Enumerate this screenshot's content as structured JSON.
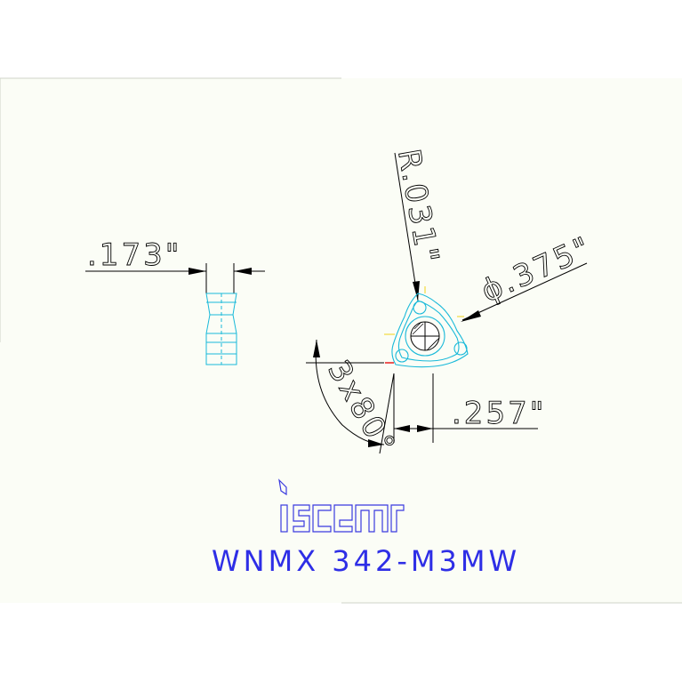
{
  "drawing": {
    "dims": {
      "thickness": ".173\"",
      "radius": "R.031\"",
      "hole": "ϕ.375\"",
      "angle": "3x80°",
      "offset": ".257\""
    },
    "logo_text": "iscar",
    "model": "WNMX 342-M3MW",
    "colors": {
      "background": "#fbfdf6",
      "insert": "#19b9d9",
      "model_text": "#2e2ee6",
      "logo": "#3a3adf"
    }
  }
}
